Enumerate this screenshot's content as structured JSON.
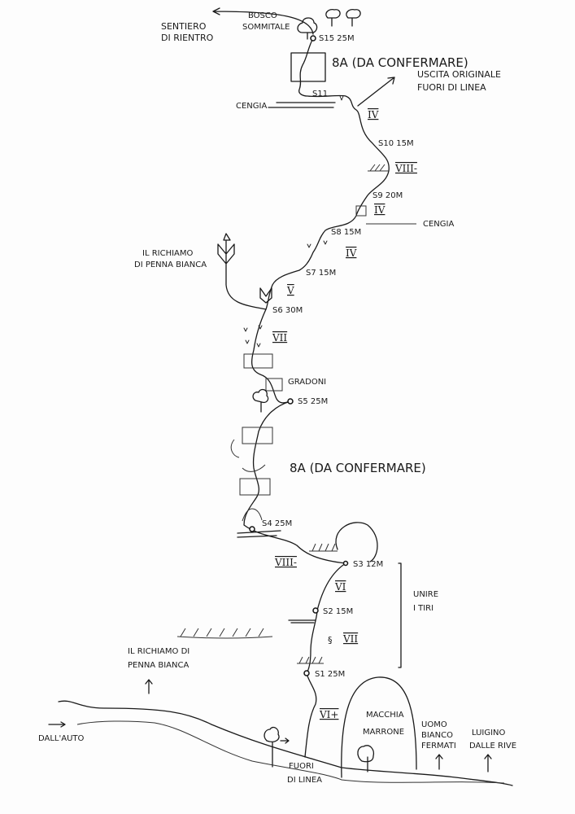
{
  "title": "Topo della via - Il Richiamo di Penna Bianca",
  "top": {
    "return_path": [
      "SENTIERO",
      "DI RIENTRO"
    ],
    "summit_wood": [
      "BOSCO",
      "SOMMITALE"
    ],
    "original_exit": [
      "USCITA ORIGINALE",
      "FUORI DI LINEA"
    ],
    "crux_upper": "8A (DA CONFERMARE)",
    "ledge": "CENGIA"
  },
  "belays": [
    {
      "id": "S15",
      "length": "25M"
    },
    {
      "id": "S11",
      "length": ""
    },
    {
      "id": "S10",
      "length": "15M"
    },
    {
      "id": "S9",
      "length": "20M"
    },
    {
      "id": "S8",
      "length": "15M"
    },
    {
      "id": "S7",
      "length": "15M"
    },
    {
      "id": "S6",
      "length": "30M"
    },
    {
      "id": "S5",
      "length": "25M"
    },
    {
      "id": "S4",
      "length": "25M"
    },
    {
      "id": "S3",
      "length": "12M"
    },
    {
      "id": "S2",
      "length": "15M"
    },
    {
      "id": "S1",
      "length": "25M"
    }
  ],
  "grades": {
    "p_s11_s10": "IV",
    "p_s10_s9": "VIII-",
    "p_s9_s8": "IV",
    "p_s8_s7": "IV",
    "p_s7_s6": "V",
    "p_s6_s5": "VII",
    "p_s4_s3": "VIII-",
    "p_s3_s2": "VI",
    "p_s2_s1": "VII",
    "p_start": "VI+"
  },
  "labels": {
    "ledge_s8": "CENGIA",
    "feature_name": [
      "IL RICHIAMO",
      "DI PENNA BIANCA"
    ],
    "steps": "GRADONI",
    "crux_lower": "8A (DA CONFERMARE)",
    "join_pitches": [
      "UNIRE",
      "I TIRI"
    ],
    "neighbour_route": [
      "IL RICHIAMO DI",
      "PENNA BIANCA"
    ],
    "brown_patch": [
      "MACCHIA",
      "MARRONE"
    ],
    "from_car": "DALL'AUTO",
    "off_line": [
      "FUORI",
      "DI LINEA"
    ],
    "route_uomo": [
      "UOMO",
      "BIANCO",
      "FERMATI"
    ],
    "route_luigino": [
      "LUIGINO",
      "DALLE RIVE"
    ]
  }
}
